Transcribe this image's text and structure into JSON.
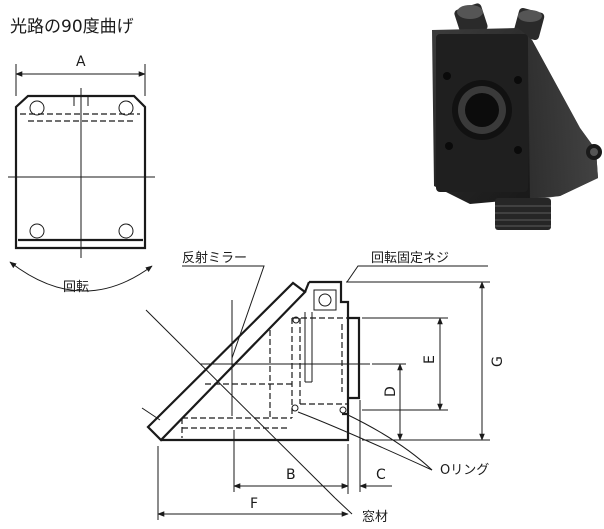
{
  "title": "光路の90度曲げ",
  "labels": {
    "dim_a": "A",
    "dim_b": "B",
    "dim_c": "C",
    "dim_d": "D",
    "dim_e": "E",
    "dim_f": "F",
    "dim_g": "G",
    "rotation": "回転",
    "reflect_mirror": "反射ミラー",
    "rotation_lock_screw": "回転固定ネジ",
    "o_ring": "Oリング",
    "window": "窓材"
  },
  "colors": {
    "line": "#1a1a1a",
    "product_body": "#2b2b2b",
    "background": "#ffffff"
  }
}
